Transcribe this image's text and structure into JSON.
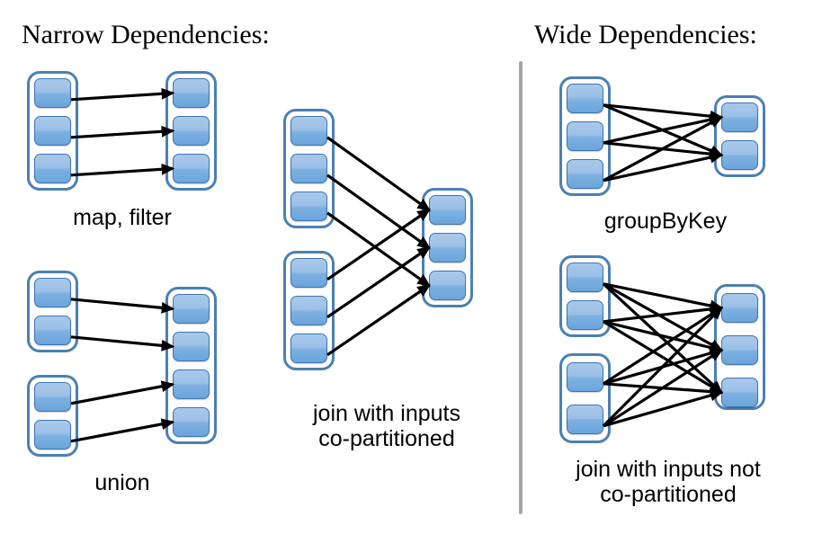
{
  "diagram": {
    "title_left": "Narrow Dependencies:",
    "title_right": "Wide Dependencies:",
    "captions": {
      "map_filter": "map, filter",
      "union": "union",
      "join_co_partitioned": "join with inputs\nco-partitioned",
      "group_by_key": "groupByKey",
      "join_not_co_partitioned": "join with inputs not\nco-partitioned"
    },
    "colors": {
      "partition_fill_top": "#a9c9ea",
      "partition_fill_bottom": "#6ba5dc",
      "partition_border": "#3d74ae",
      "rdd_border": "#4a80b4",
      "arrow": "#000000",
      "divider": "#a6a6a6",
      "text": "#000000",
      "background": "#ffffff"
    },
    "sections": [
      {
        "id": "map-filter",
        "group": "narrow",
        "caption": "map, filter",
        "source_rdds": [
          {
            "partitions": 3
          }
        ],
        "target_rdds": [
          {
            "partitions": 3
          }
        ],
        "edges": [
          [
            0,
            0
          ],
          [
            1,
            1
          ],
          [
            2,
            2
          ]
        ],
        "edge_count": 3,
        "dependency_type": "one-to-one"
      },
      {
        "id": "union",
        "group": "narrow",
        "caption": "union",
        "source_rdds": [
          {
            "partitions": 2
          },
          {
            "partitions": 2
          }
        ],
        "target_rdds": [
          {
            "partitions": 4
          }
        ],
        "edges": [
          [
            0,
            0
          ],
          [
            1,
            1
          ],
          [
            2,
            2
          ],
          [
            3,
            3
          ]
        ],
        "edge_count": 4,
        "dependency_type": "one-to-one"
      },
      {
        "id": "join-co-partitioned",
        "group": "narrow",
        "caption": "join with inputs\nco-partitioned",
        "source_rdds": [
          {
            "partitions": 3
          },
          {
            "partitions": 3
          }
        ],
        "target_rdds": [
          {
            "partitions": 3
          }
        ],
        "edges": [
          [
            0,
            0
          ],
          [
            1,
            1
          ],
          [
            2,
            2
          ],
          [
            3,
            0
          ],
          [
            4,
            1
          ],
          [
            5,
            2
          ]
        ],
        "edge_count": 6,
        "dependency_type": "one-to-one-per-input"
      },
      {
        "id": "group-by-key",
        "group": "wide",
        "caption": "groupByKey",
        "source_rdds": [
          {
            "partitions": 3
          }
        ],
        "target_rdds": [
          {
            "partitions": 2
          }
        ],
        "edges": [
          [
            0,
            0
          ],
          [
            0,
            1
          ],
          [
            1,
            0
          ],
          [
            1,
            1
          ],
          [
            2,
            0
          ],
          [
            2,
            1
          ]
        ],
        "edge_count": 6,
        "dependency_type": "all-to-all"
      },
      {
        "id": "join-not-co-partitioned",
        "group": "wide",
        "caption": "join with inputs not\nco-partitioned",
        "source_rdds": [
          {
            "partitions": 2
          },
          {
            "partitions": 2
          }
        ],
        "target_rdds": [
          {
            "partitions": 3
          }
        ],
        "edges": [
          [
            0,
            0
          ],
          [
            0,
            1
          ],
          [
            0,
            2
          ],
          [
            1,
            0
          ],
          [
            1,
            1
          ],
          [
            1,
            2
          ],
          [
            2,
            0
          ],
          [
            2,
            1
          ],
          [
            2,
            2
          ],
          [
            3,
            0
          ],
          [
            3,
            1
          ],
          [
            3,
            2
          ]
        ],
        "edge_count": 12,
        "dependency_type": "all-to-all"
      }
    ]
  }
}
